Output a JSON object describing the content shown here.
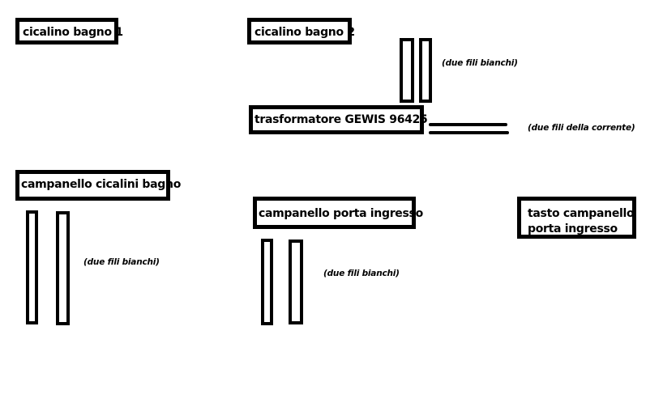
{
  "components": {
    "cicalino_bagno_1": "cicalino bagno 1",
    "cicalino_bagno_2": "cicalino bagno 2",
    "trasformatore": "trasformatore GEWIS 96425",
    "campanello_cicalini_bagno": "campanello cicalini bagno",
    "campanello_porta_ingresso": "campanello porta ingresso",
    "tasto_campanello_line1": "tasto campanello",
    "tasto_campanello_line2": "porta ingresso"
  },
  "notes": {
    "trasformatore_white_wires": "(due fili bianchi)",
    "trasformatore_power_wires": "(due fili della corrente)",
    "campanello_cicalini_wires": "(due fili bianchi)",
    "campanello_porta_wires": "(due fili bianchi)"
  }
}
